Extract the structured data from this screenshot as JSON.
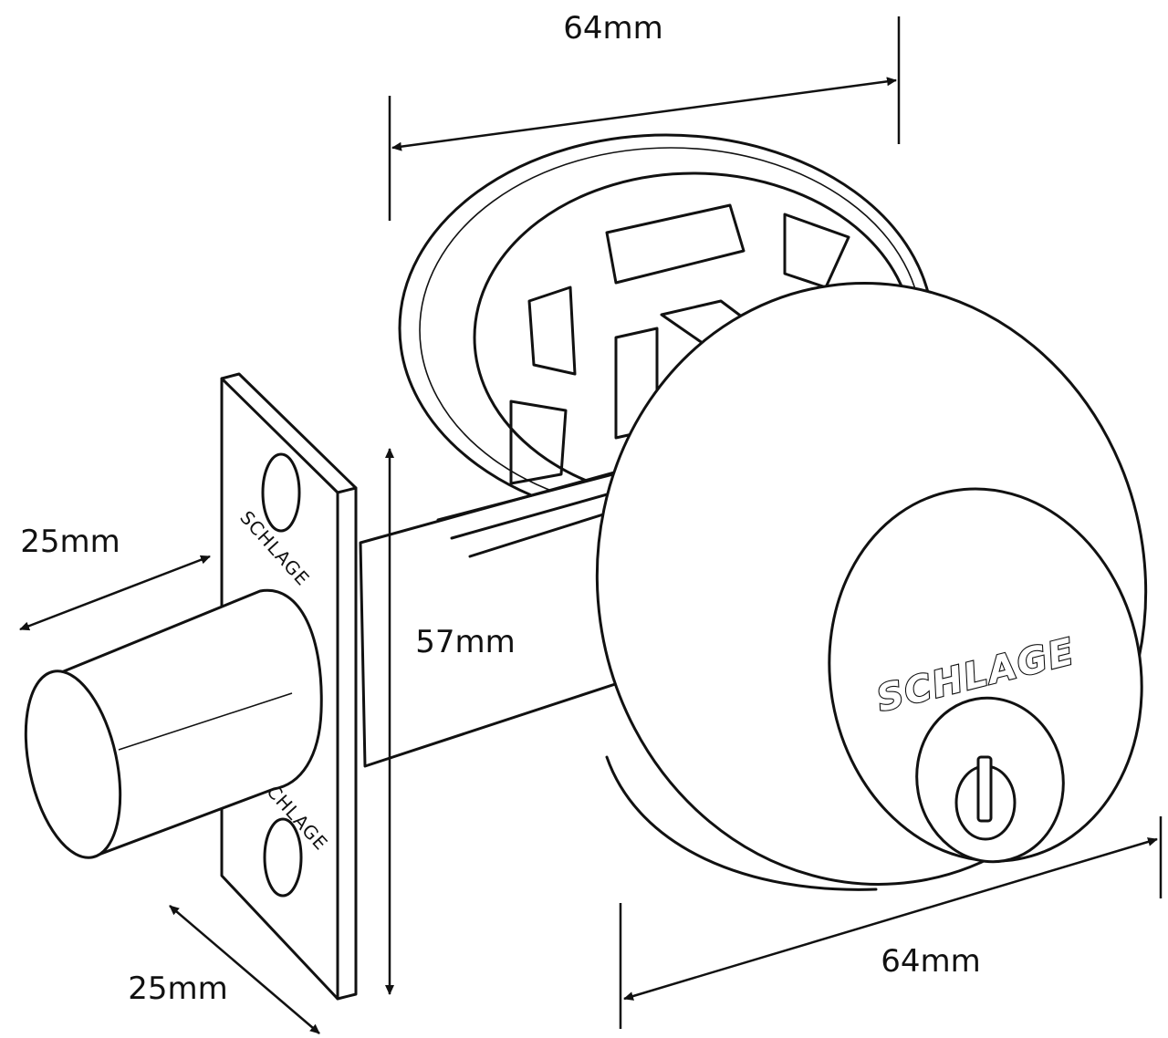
{
  "diagram": {
    "brand": "SCHLAGE",
    "dimensions": {
      "escutcheon_width": "64mm",
      "backset": "57mm",
      "cylinder_width": "64mm",
      "bolt_throw": "25mm",
      "faceplate_width": "25mm"
    }
  }
}
